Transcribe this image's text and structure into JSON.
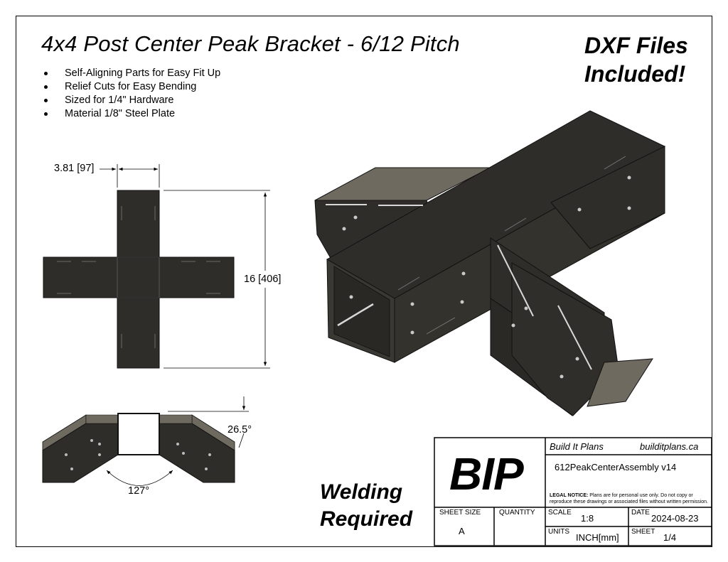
{
  "title": "4x4 Post Center Peak Bracket - 6/12 Pitch",
  "callout": [
    "DXF Files",
    "Included!"
  ],
  "features": [
    "Self-Aligning Parts for Easy Fit Up",
    "Relief Cuts for Easy Bending",
    "Sized for 1/4\" Hardware",
    "Material 1/8\" Steel Plate"
  ],
  "dimensions": {
    "width": "3.81 [97]",
    "length": "16 [406]",
    "pitch_angle": "26.5°",
    "included_angle": "127°"
  },
  "note": [
    "Welding",
    "Required"
  ],
  "title_block": {
    "logo": "BIP",
    "company": "Build It Plans",
    "website": "builditplans.ca",
    "drawing_name": "612PeakCenterAssembly v14",
    "legal_label": "LEGAL NOTICE:",
    "legal_text": "Plans are for personal use only. Do not copy or reproduce these drawings or associated files without written permission.",
    "sheet_size_label": "SHEET SIZE",
    "sheet_size": "A",
    "quantity_label": "QUANTITY",
    "scale_label": "SCALE",
    "scale": "1:8",
    "date_label": "DATE",
    "date": "2024-08-23",
    "units_label": "UNITS",
    "units": "INCH[mm]",
    "sheet_label": "SHEET",
    "sheet": "1/4"
  },
  "colors": {
    "steel": "#2f2d29",
    "steel_light": "#6e6a60",
    "line": "#000000",
    "background": "#ffffff"
  }
}
